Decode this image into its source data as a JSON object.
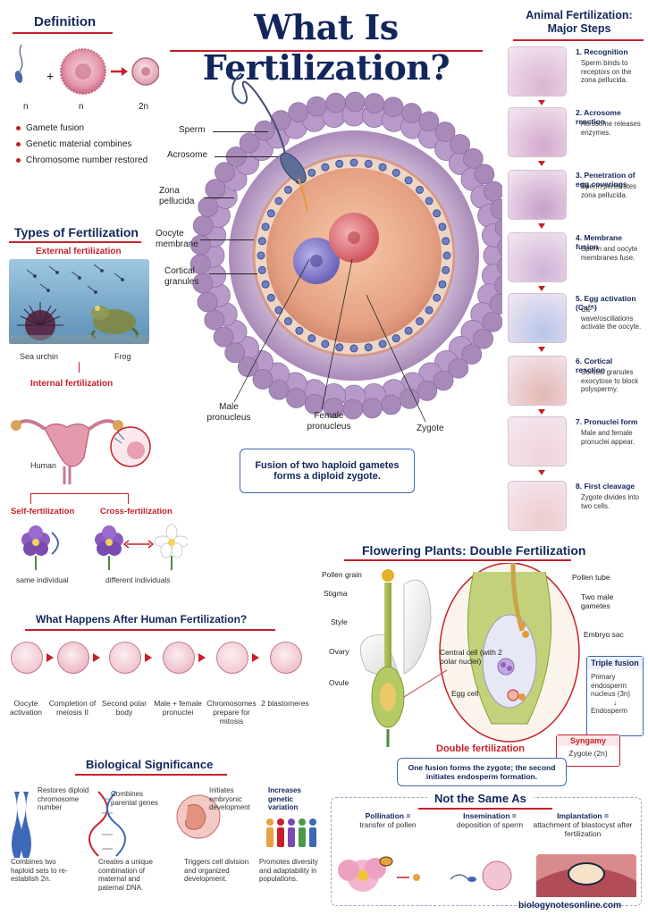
{
  "title": "What Is Fertilization?",
  "definition": {
    "heading": "Definition",
    "labels": [
      "n",
      "n",
      "2n"
    ],
    "bullets": [
      "Gamete fusion",
      "Genetic material combines",
      "Chromosome number restored"
    ]
  },
  "types": {
    "heading": "Types of Fertilization",
    "external": "External fertilization",
    "sea_urchin": "Sea urchin",
    "frog": "Frog",
    "internal": "Internal fertilization",
    "human": "Human",
    "self": "Self-fertilization",
    "cross": "Cross-fertilization",
    "same": "same individual",
    "different": "different individuals"
  },
  "egg": {
    "labels": {
      "sperm": "Sperm",
      "acrosome": "Acrosome",
      "zona": "Zona pellucida",
      "oocyte": "Oocyte membrane",
      "cortical": "Cortical granules",
      "male": "Male pronucleus",
      "female": "Female pronucleus",
      "zygote": "Zygote"
    },
    "caption": "Fusion of two haploid gametes forms a diploid zygote."
  },
  "steps": {
    "heading": "Animal Fertilization: Major Steps",
    "items": [
      {
        "title": "1. Recognition",
        "desc": "Sperm binds to receptors on the zona pellucida."
      },
      {
        "title": "2. Acrosome reaction",
        "desc": "Acrosome releases enzymes."
      },
      {
        "title": "3. Penetration of egg coverings",
        "desc": "Sperm penetrates zona pellucida."
      },
      {
        "title": "4. Membrane fusion",
        "desc": "Sperm and oocyte membranes fuse."
      },
      {
        "title": "5. Egg activation (Ca²⁺)",
        "desc": "Ca²⁺ wave/oscillations activate the oocyte."
      },
      {
        "title": "6. Cortical reaction",
        "desc": "Cortical granules exocytose to block polyspermy."
      },
      {
        "title": "7. Pronuclei form",
        "desc": "Male and female pronuclei appear."
      },
      {
        "title": "8. First cleavage",
        "desc": "Zygote divides into two cells."
      }
    ]
  },
  "after": {
    "heading": "What Happens After Human Fertilization?",
    "stages": [
      "Oocyte activation",
      "Completion of meiosis II",
      "Second polar body",
      "Male + female pronuclei",
      "Chromosomes prepare for mitosis",
      "2 blastomeres"
    ]
  },
  "plants": {
    "heading": "Flowering Plants: Double Fertilization",
    "labels": {
      "pollen_grain": "Pollen grain",
      "stigma": "Stigma",
      "style": "Style",
      "ovary": "Ovary",
      "ovule": "Ovule",
      "pollen_tube": "Pollen tube",
      "two_male": "Two male gametes",
      "embryo_sac": "Embryo sac",
      "central": "Central cell (with 2 polar nuclei)",
      "egg_cell": "Egg cell"
    },
    "triple": {
      "title": "Triple fusion",
      "line1": "Primary endosperm nucleus (3n)",
      "arrow": "↓",
      "line2": "Endosperm"
    },
    "syngamy": {
      "title": "Syngamy",
      "text": "Zygote (2n)"
    },
    "double_label": "Double fertilization",
    "caption": "One fusion forms the zygote; the second initiates endosperm formation."
  },
  "significance": {
    "heading": "Biological Significance",
    "items": [
      {
        "top": "Restores diploid chromosome number",
        "bottom": "Combines two haploid sets to re-establish 2n."
      },
      {
        "top": "Combines parental genes",
        "bottom": "Creates a unique combination of maternal and paternal DNA."
      },
      {
        "top": "Initiates embryonic development",
        "bottom": "Triggers cell division and organized development."
      },
      {
        "top": "Increases genetic variation",
        "bottom": "Promotes diversity and adaptability in populations."
      }
    ]
  },
  "notsame": {
    "heading": "Not the Same As",
    "items": [
      {
        "term": "Pollination =",
        "desc": "transfer of pollen"
      },
      {
        "term": "Insemination =",
        "desc": "deposition of sperm"
      },
      {
        "term": "Implantation =",
        "desc": "attachment of blastocyst after fertilization"
      }
    ]
  },
  "footer": "biologynotesonline.com",
  "colors": {
    "navy": "#12265c",
    "red": "#c8202a",
    "blue_border": "#3f68b5",
    "egg_purple": "#a98ab8"
  }
}
